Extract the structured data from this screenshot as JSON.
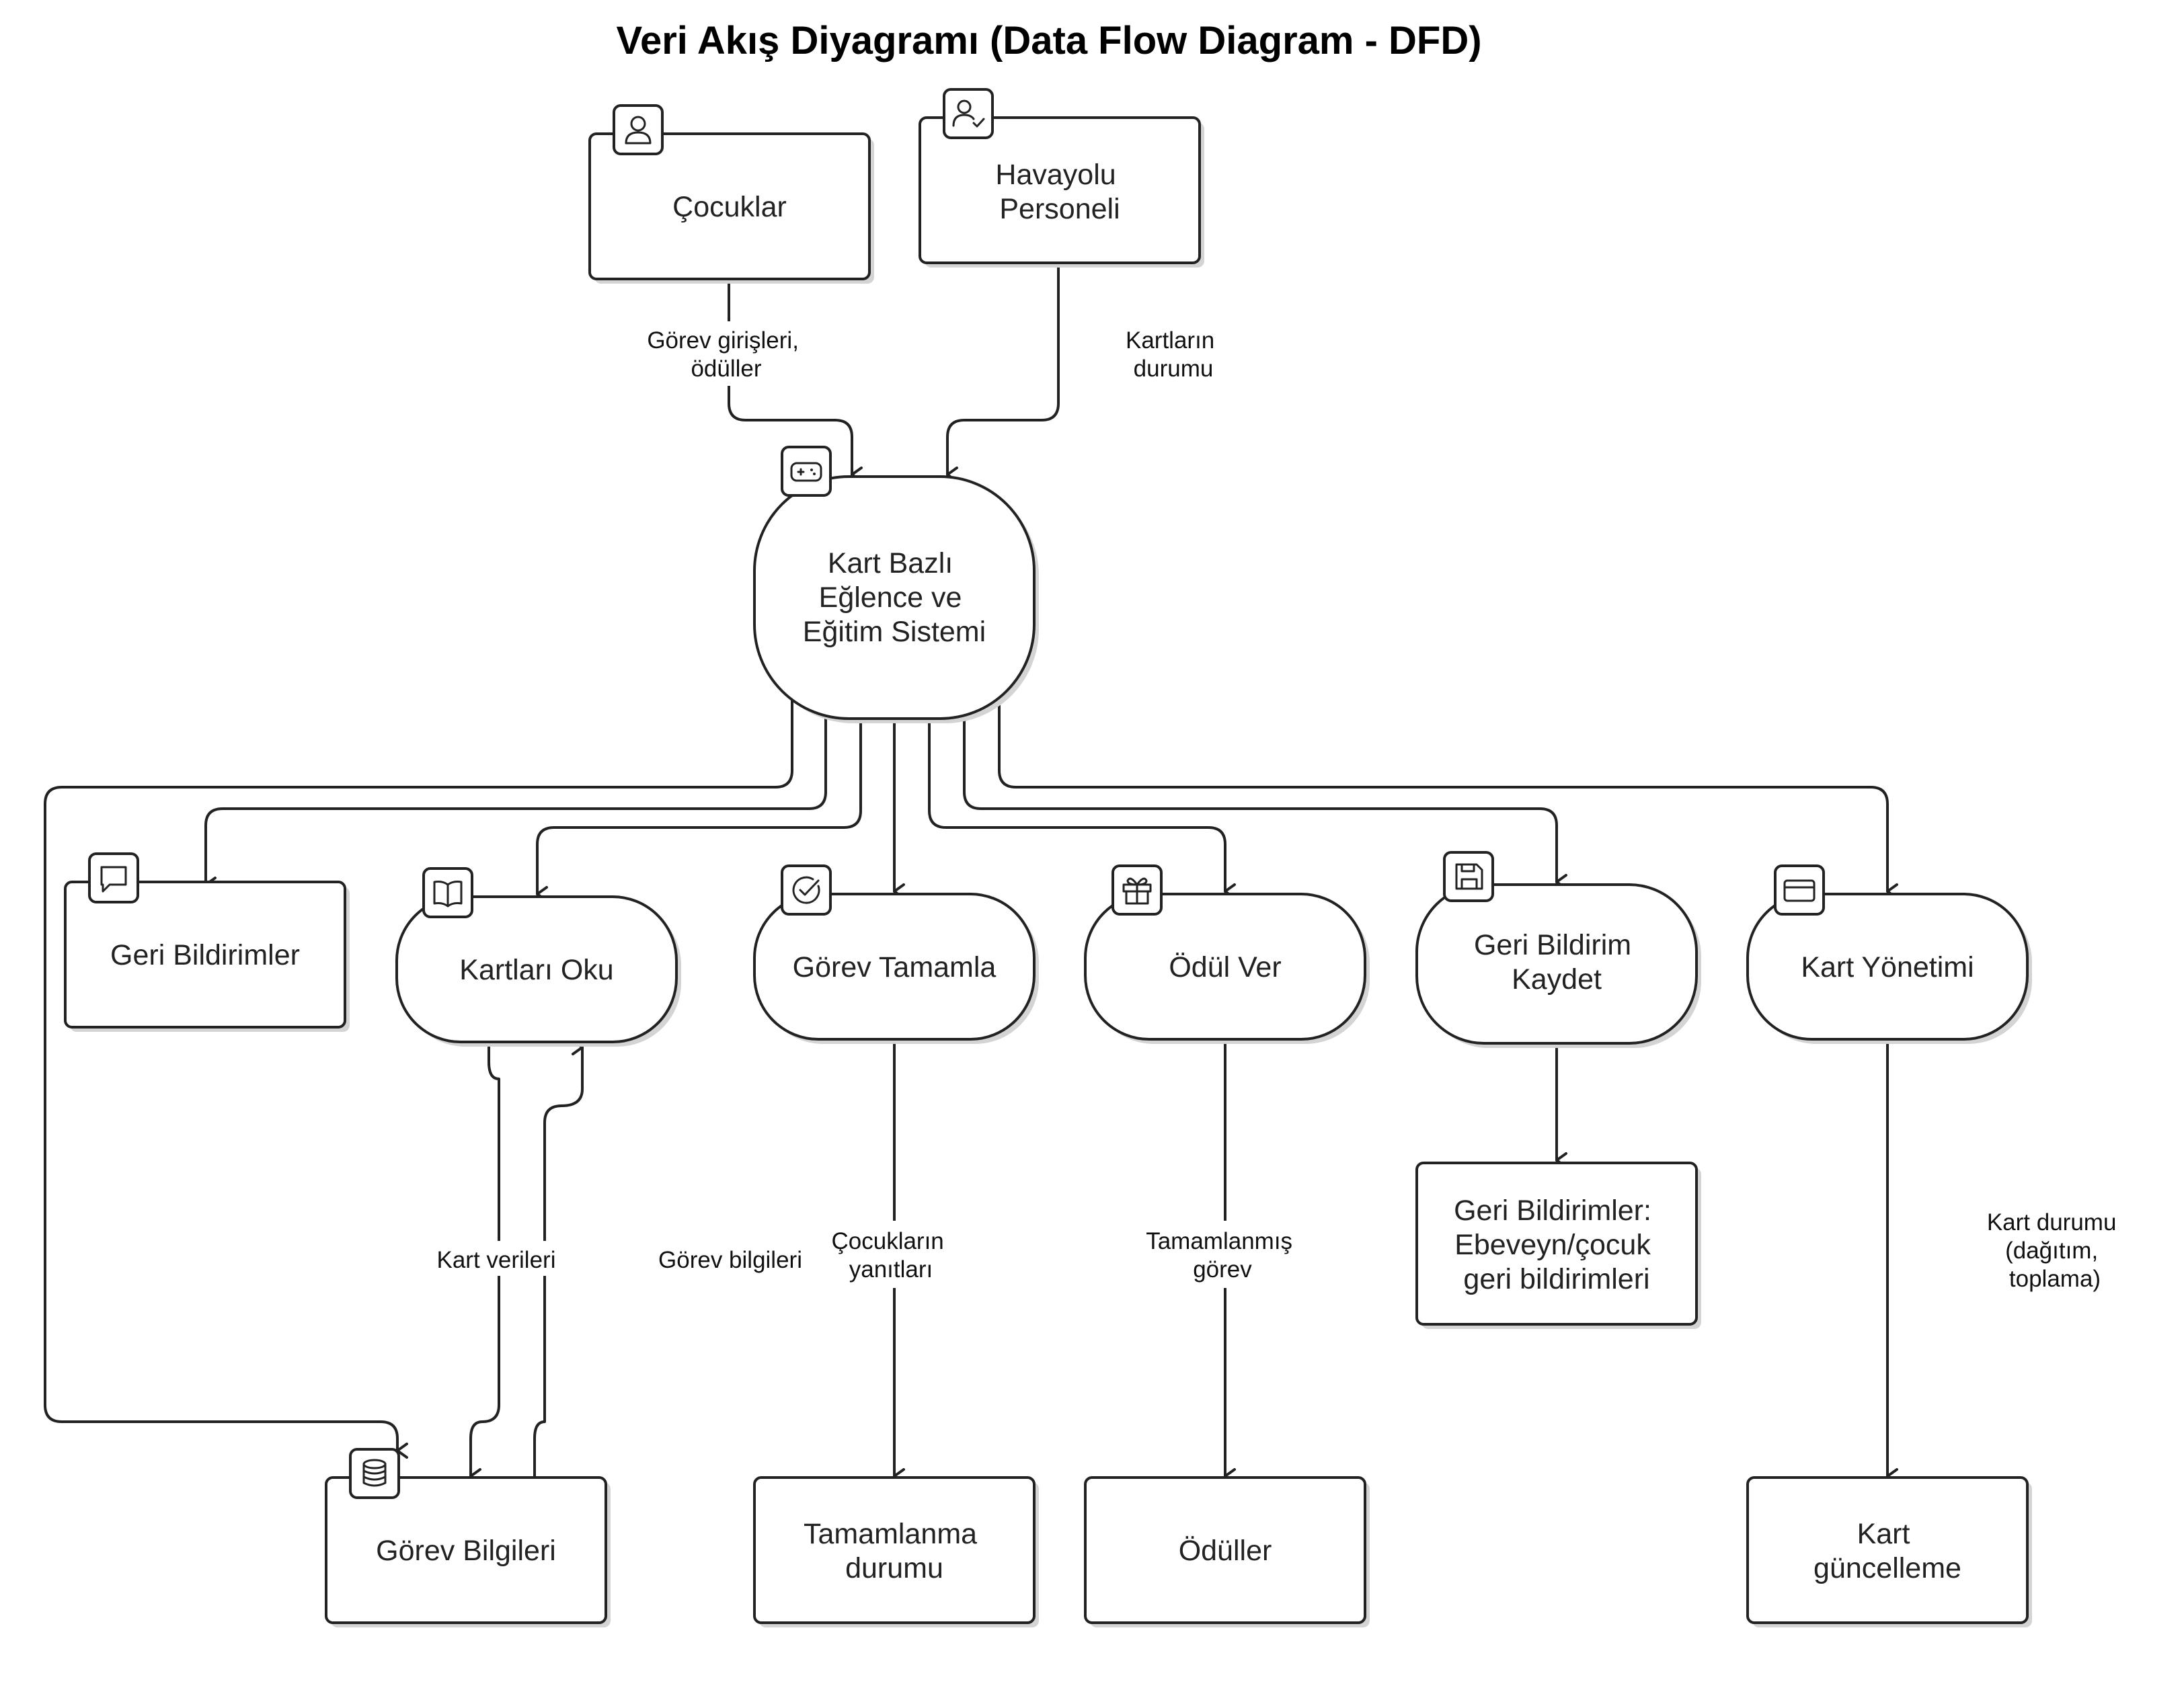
{
  "title": "Veri Akış Diyagramı (Data Flow Diagram - DFD)",
  "nodes": {
    "cocuklar": {
      "lines": [
        "Çocuklar"
      ],
      "icon": "user-icon"
    },
    "havayolu": {
      "lines": [
        "Havayolu",
        "Personeli"
      ],
      "icon": "user-check-icon"
    },
    "sistem": {
      "lines": [
        "Kart Bazlı",
        "Eğlence ve",
        "Eğitim Sistemi"
      ],
      "icon": "gamepad-icon"
    },
    "geri_bildirimler": {
      "lines": [
        "Geri Bildirimler"
      ],
      "icon": "message-icon"
    },
    "kartlari_oku": {
      "lines": [
        "Kartları Oku"
      ],
      "icon": "book-icon"
    },
    "gorev_tamamla": {
      "lines": [
        "Görev Tamamla"
      ],
      "icon": "check-circle-icon"
    },
    "odul_ver": {
      "lines": [
        "Ödül Ver"
      ],
      "icon": "gift-icon"
    },
    "geri_bildirim_kaydet": {
      "lines": [
        "Geri Bildirim",
        "Kaydet"
      ],
      "icon": "save-icon"
    },
    "kart_yonetimi": {
      "lines": [
        "Kart Yönetimi"
      ],
      "icon": "card-icon"
    },
    "gorev_bilgileri": {
      "lines": [
        "Görev Bilgileri"
      ],
      "icon": "database-icon"
    },
    "tamamlanma_durumu": {
      "lines": [
        "Tamamlanma",
        "durumu"
      ]
    },
    "oduller": {
      "lines": [
        "Ödüller"
      ]
    },
    "geri_bildirimler_store": {
      "lines": [
        "Geri Bildirimler:",
        "Ebeveyn/çocuk",
        "geri bildirimleri"
      ]
    },
    "kart_guncelleme": {
      "lines": [
        "Kart",
        "güncelleme"
      ]
    }
  },
  "edge_labels": {
    "gorev_girisleri": [
      "Görev girişleri,",
      "ödüller"
    ],
    "kartlarin_durumu": [
      "Kartların",
      "durumu"
    ],
    "kart_verileri": [
      "Kart verileri"
    ],
    "gorev_bilgileri_label": [
      "Görev bilgileri"
    ],
    "cocuklarin_yanitlari": [
      "Çocukların",
      "yanıtları"
    ],
    "tamamlanmis_gorev": [
      "Tamamlanmış",
      "görev"
    ],
    "kart_durumu": [
      "Kart durumu",
      "(dağıtım,",
      "toplama)"
    ]
  }
}
